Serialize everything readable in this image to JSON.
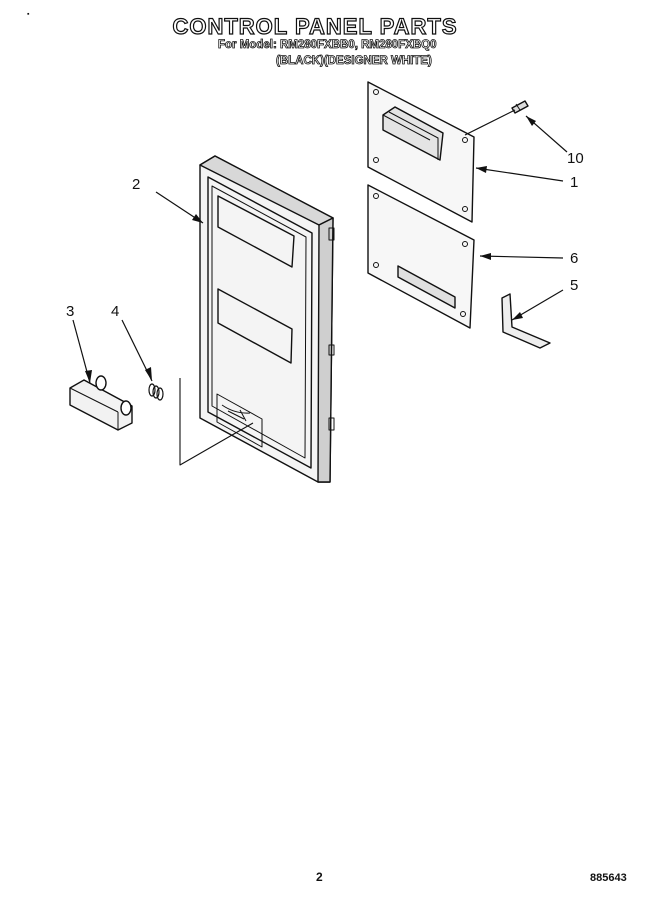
{
  "header": {
    "title": "CONTROL PANEL PARTS",
    "model_line": "For Model: RM280FXBB0, RM280FXBQ0",
    "color_line": "(BLACK)(DESIGNER WHITE)",
    "corner_mark": "▪"
  },
  "callouts": [
    "1",
    "2",
    "3",
    "4",
    "5",
    "6",
    "10"
  ],
  "footer": {
    "page_number": "2",
    "doc_number": "885643"
  }
}
